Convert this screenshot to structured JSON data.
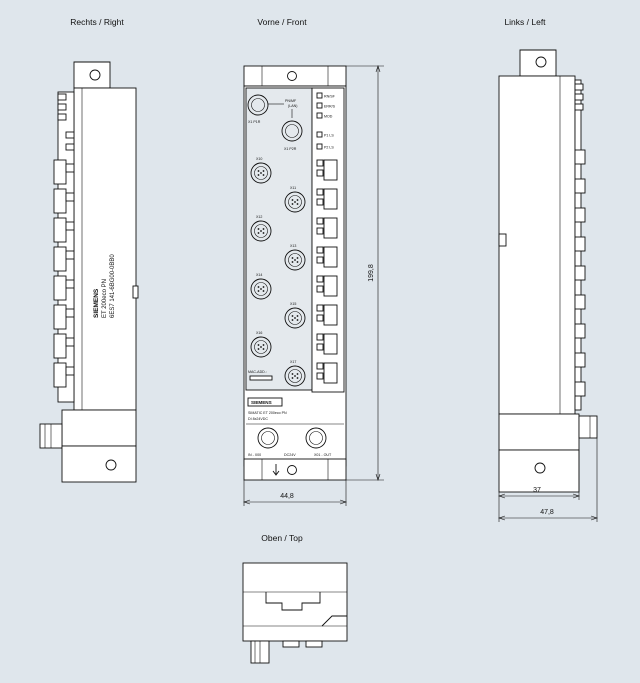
{
  "views": {
    "right": "Rechts / Right",
    "front": "Vorne / Front",
    "left": "Links / Left",
    "top": "Oben / Top"
  },
  "front": {
    "pnmf": "PN/MF",
    "lan": "(LAN)",
    "x1p1r": "X1 P1R",
    "x1p2r": "X1 P2R",
    "ports": [
      "X10",
      "X11",
      "X12",
      "X13",
      "X14",
      "X15",
      "X16",
      "X17"
    ],
    "status_leds": [
      "RN/SF",
      "ERR/S",
      "MOD"
    ],
    "port_leds": [
      "P1 LS",
      "P2 LS"
    ],
    "mac": "MAC-ADD.:",
    "brand": "SIEMENS",
    "product1": "SIMATIC ET 200eco PN",
    "product2": "DI 8x24VDC",
    "in_label": "IN - X00",
    "dc": "DC24V",
    "out_label": "X01 - OUT"
  },
  "side_label": {
    "brand": "SIEMENS",
    "line1": "ET 200eco PN",
    "line2": "6ES7 141-6BG00-0BB0"
  },
  "dimensions": {
    "height": "199,8",
    "width_front": "44,8",
    "depth1": "37",
    "depth2": "47,8"
  }
}
